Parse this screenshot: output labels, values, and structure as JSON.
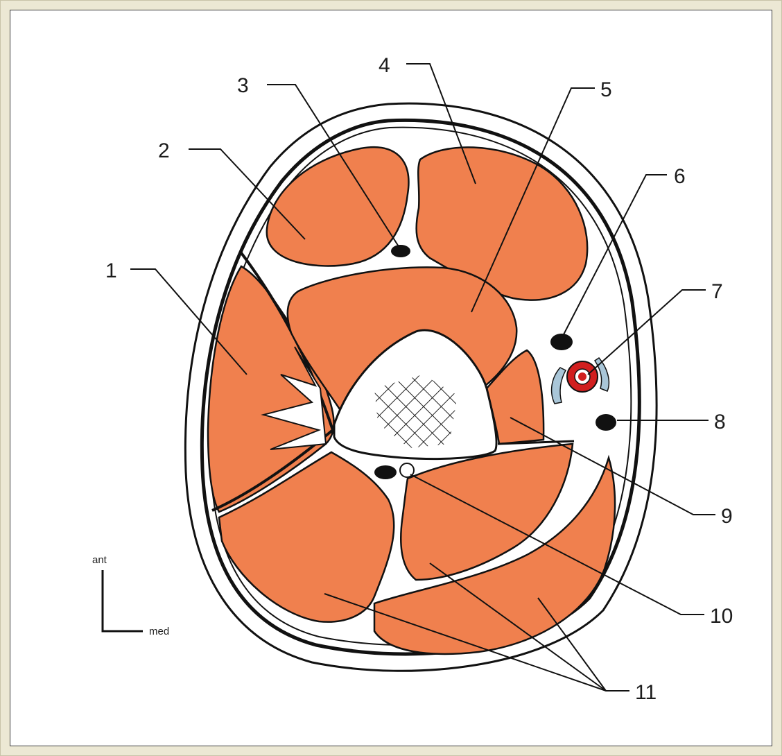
{
  "diagram": {
    "labels": {
      "l1": "1",
      "l2": "2",
      "l3": "3",
      "l4": "4",
      "l5": "5",
      "l6": "6",
      "l7": "7",
      "l8": "8",
      "l9": "9",
      "l10": "10",
      "l11": "11"
    },
    "orientation": {
      "ant": "ant",
      "med": "med"
    }
  },
  "colors": {
    "muscle": "#f0804e",
    "outline": "#111111",
    "artery": "#d11f1f",
    "vein": "#a9c6d8",
    "nerve": "#111111",
    "background": "#ece8d4"
  }
}
